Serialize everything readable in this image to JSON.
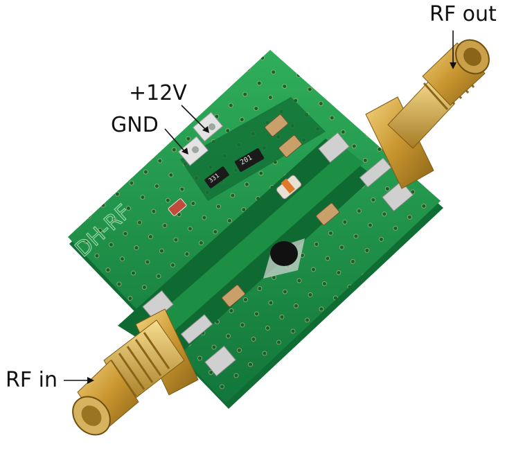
{
  "labels": {
    "rf_out": "RF out",
    "plus_12v": "+12V",
    "gnd": "GND",
    "rf_in": "RF in"
  },
  "board": {
    "silkscreen": "DH-RF",
    "resistor_1": "201",
    "resistor_2": "331"
  },
  "colors": {
    "pcb_green": "#1f9a4a",
    "pcb_dark": "#117a36",
    "gold": "#d2a64a",
    "solder": "#c9c9c9"
  }
}
